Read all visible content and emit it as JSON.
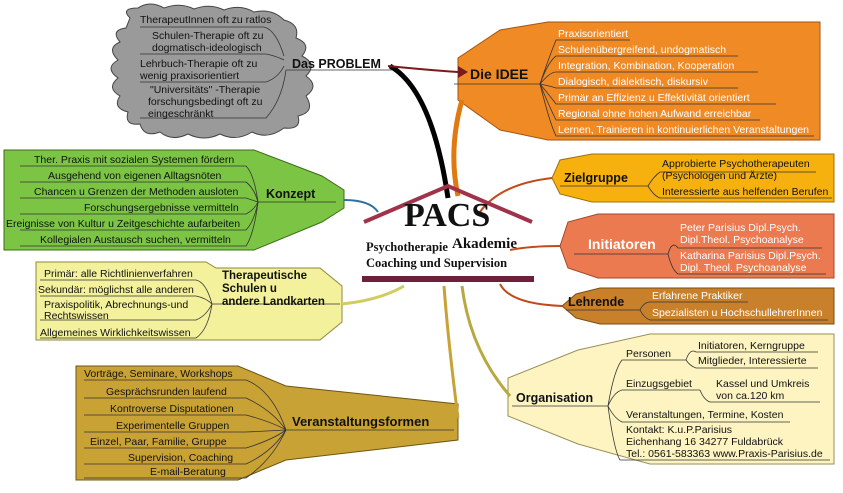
{
  "center": {
    "title": "PACS",
    "sub_left": "Psychotherapie",
    "sub_right": "Akademie",
    "line2": "Coaching und Supervision"
  },
  "colors": {
    "problem": "#9a9a9a",
    "idee": "#f08a25",
    "ziel": "#f6b10f",
    "init": "#ec7a50",
    "lehr": "#c8812a",
    "orga": "#fdf4c2",
    "veran": "#c9a235",
    "schul": "#f3f19c",
    "konzept": "#7cc443",
    "roof": "#a0324a"
  },
  "problem": {
    "title": "Das PROBLEM",
    "items": [
      "TherapeutInnen oft zu ratlos",
      "Schulen-Therapie oft zu",
      "dogmatisch-ideologisch",
      "Lehrbuch-Therapie oft zu",
      "wenig praxisorientiert",
      "\"Universitäts\" -Therapie",
      "forschungsbedingt oft zu",
      "eingeschränkt"
    ]
  },
  "idee": {
    "title": "Die IDEE",
    "items": [
      "Praxisorientiert",
      "Schulenübergreifend, undogmatisch",
      "Integration, Kombination, Kooperation",
      "Dialogisch, dialektisch, diskursiv",
      "Primär an Effizienz u Effektivität orientiert",
      "Regional ohne hohen Aufwand erreichbar",
      "Lernen, Trainieren in kontinuierlichen Veranstaltungen"
    ]
  },
  "ziel": {
    "title": "Zielgruppe",
    "items": [
      "Approbierte Psychotherapeuten",
      "(Psychologen und  Ärzte)",
      "Interessierte aus helfenden Berufen"
    ]
  },
  "init": {
    "title": "Initiatoren",
    "items": [
      "Peter Parisius Dipl.Psych.",
      "Dipl.Theol. Psychoanalyse",
      "Katharina Parisius Dipl.Psych.",
      "Dipl. Theol. Psychoanalyse"
    ]
  },
  "lehr": {
    "title": "Lehrende",
    "items": [
      "Erfahrene Praktiker",
      "Spezialisten u HochschullehrerInnen"
    ]
  },
  "orga": {
    "title": "Organisation",
    "personen": "Personen",
    "personen_items": [
      "Initiatoren, Kerngruppe",
      "Mitglieder, Interessierte"
    ],
    "einzug": "Einzugsgebiet",
    "einzug_items": [
      "Kassel und Umkreis",
      "von ca.120 km"
    ],
    "veranst": "Veranstaltungen, Termine, Kosten",
    "kontakt": [
      "Kontakt: K.u.P.Parisius",
      "Eichenhang 16   34277 Fuldabrück",
      "Tel.: 0561-583363 www.Praxis-Parisius.de"
    ]
  },
  "veran": {
    "title": "Veranstaltungsformen",
    "items": [
      "Vorträge, Seminare, Workshops",
      "Gesprächsrunden laufend",
      "Kontroverse Disputationen",
      "Experimentelle Gruppen",
      "Einzel, Paar, Familie,  Gruppe",
      "Supervision, Coaching",
      "E-mail-Beratung"
    ]
  },
  "schul": {
    "title": [
      "Therapeutische",
      "Schulen u",
      "andere Landkarten"
    ],
    "items": [
      "Primär: alle Richtlinienverfahren",
      "Sekundär: möglichst alle anderen",
      "Praxispolitik, Abrechnungs-und",
      "Rechtswissen",
      "Allgemeines Wirklichkeitswissen"
    ]
  },
  "konzept": {
    "title": "Konzept",
    "items": [
      "Ther.  Praxis mit sozialen Systemen fördern",
      "Ausgehend von eigenen Alltagsnöten",
      "Chancen u Grenzen der Methoden ausloten",
      "Forschungsergebnisse vermitteln",
      "Ereignisse von Kultur u Zeitgeschichte aufarbeiten",
      "Kollegialen Austausch suchen, vermitteln"
    ]
  }
}
